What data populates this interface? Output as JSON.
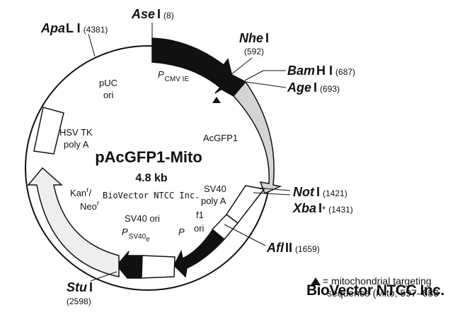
{
  "plasmid": {
    "name": "pAcGFP1-Mito",
    "size": "4.8 kb"
  },
  "sites": {
    "ase": {
      "enzyme": "Ase",
      "numeral": "I",
      "pos": "(8)"
    },
    "nhe": {
      "enzyme": "Nhe",
      "numeral": "I",
      "pos": "(592)"
    },
    "bam": {
      "enzyme": "Bam",
      "numeral": "H I",
      "pos": "(687)"
    },
    "age": {
      "enzyme": "Age",
      "numeral": "I",
      "pos": "(693)"
    },
    "not": {
      "enzyme": "Not",
      "numeral": "I",
      "pos": "(1421)"
    },
    "xba": {
      "enzyme": "Xba",
      "numeral": "I",
      "star": "*",
      "pos": "(1431)"
    },
    "afl": {
      "enzyme": "Afl",
      "numeral": "II",
      "pos": "(1659)"
    },
    "stu": {
      "enzyme": "Stu",
      "numeral": "I",
      "pos": "(2598)"
    },
    "apal": {
      "enzyme": "Apa",
      "numeral": "L I",
      "pos": "(4381)"
    }
  },
  "features": {
    "pcmv": {
      "p": "P",
      "sub": "CMV IE"
    },
    "acgfp1": "AcGFP1",
    "sv40_polya_1": "SV40",
    "sv40_polya_2": "poly A",
    "f1_1": "f1",
    "f1_2": "ori",
    "p": "P",
    "sv40_ori": "SV40 ori",
    "psv40": {
      "p": "P",
      "sub": "SV40",
      "subsub": "e"
    },
    "kan_1": "Kan",
    "kan_sup": "r",
    "kan_slash": "/",
    "neo": "Neo",
    "neo_sup": "r",
    "hsv_1": "HSV TK",
    "hsv_2": "poly A",
    "puc_1": "pUC",
    "puc_2": "ori"
  },
  "legend": {
    "line1": "= mitochondrial targeting",
    "line2": "sequence (Mito; 597–683"
  },
  "watermarks": {
    "center": "BioVector NTCC Inc.",
    "corner": "BioVector NTCC Inc."
  },
  "colors": {
    "black_feature": "#111111",
    "gray_feature": "#d4d4d4",
    "light_feature": "#eeeeee",
    "white_feature": "#ffffff"
  }
}
